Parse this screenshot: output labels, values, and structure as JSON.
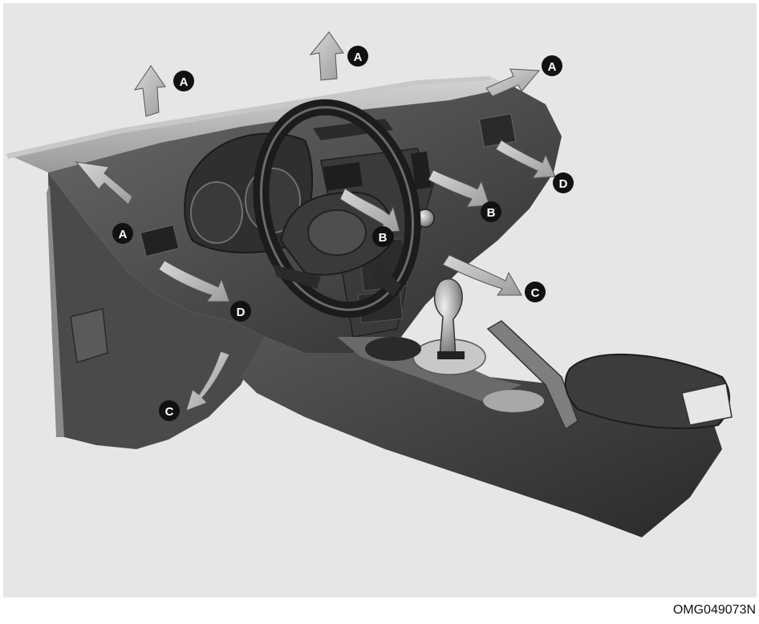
{
  "figure_code": "OMG049073N",
  "colors": {
    "panel_bg": "#e6e6e6",
    "badge_fill": "#111111",
    "badge_text": "#ffffff",
    "arrow_fill": "#bdbdbd",
    "dashboard_dark": "#3c3c3c",
    "dashboard_top": "#b9b9b9"
  },
  "labels": {
    "A": "A",
    "B": "B",
    "C": "C",
    "D": "D"
  }
}
